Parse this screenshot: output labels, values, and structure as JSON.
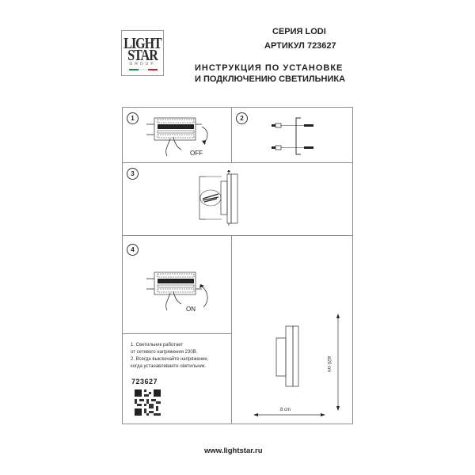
{
  "logo": {
    "line1": "LIGHT",
    "line2": "STAR",
    "line3": "GROUP",
    "flag_colors": [
      "#1a8b3a",
      "#ffffff",
      "#c8232c"
    ]
  },
  "header": {
    "series": "СЕРИЯ LODI",
    "article": "АРТИКУЛ 723627",
    "title_line1": "ИНСТРУКЦИЯ ПО УСТАНОВКЕ",
    "title_line2": "И ПОДКЛЮЧЕНИЮ СВЕТИЛЬНИКА"
  },
  "steps": [
    {
      "number": "1",
      "label": "OFF",
      "icon": "circuit-breaker-off-icon"
    },
    {
      "number": "2",
      "icon": "mounting-screws-icon"
    },
    {
      "number": "3",
      "icon": "wall-mount-wiring-icon"
    },
    {
      "number": "4",
      "label": "ON",
      "icon": "circuit-breaker-on-icon"
    }
  ],
  "notes": {
    "line1": "1. Светильник работает",
    "line2": "от сетевого напряжения 230В.",
    "line3": "2. Всегда выключайте напряжение,",
    "line4": "когда устанавливаете светильник."
  },
  "product_code": "723627",
  "qr_icon": "qr-code-icon",
  "dimensions": {
    "width_label": "8 cm",
    "diameter_label": "ø20 cm"
  },
  "footer": {
    "url": "www.lightstar.ru"
  },
  "colors": {
    "line": "#8f8f8f",
    "text": "#222222"
  }
}
